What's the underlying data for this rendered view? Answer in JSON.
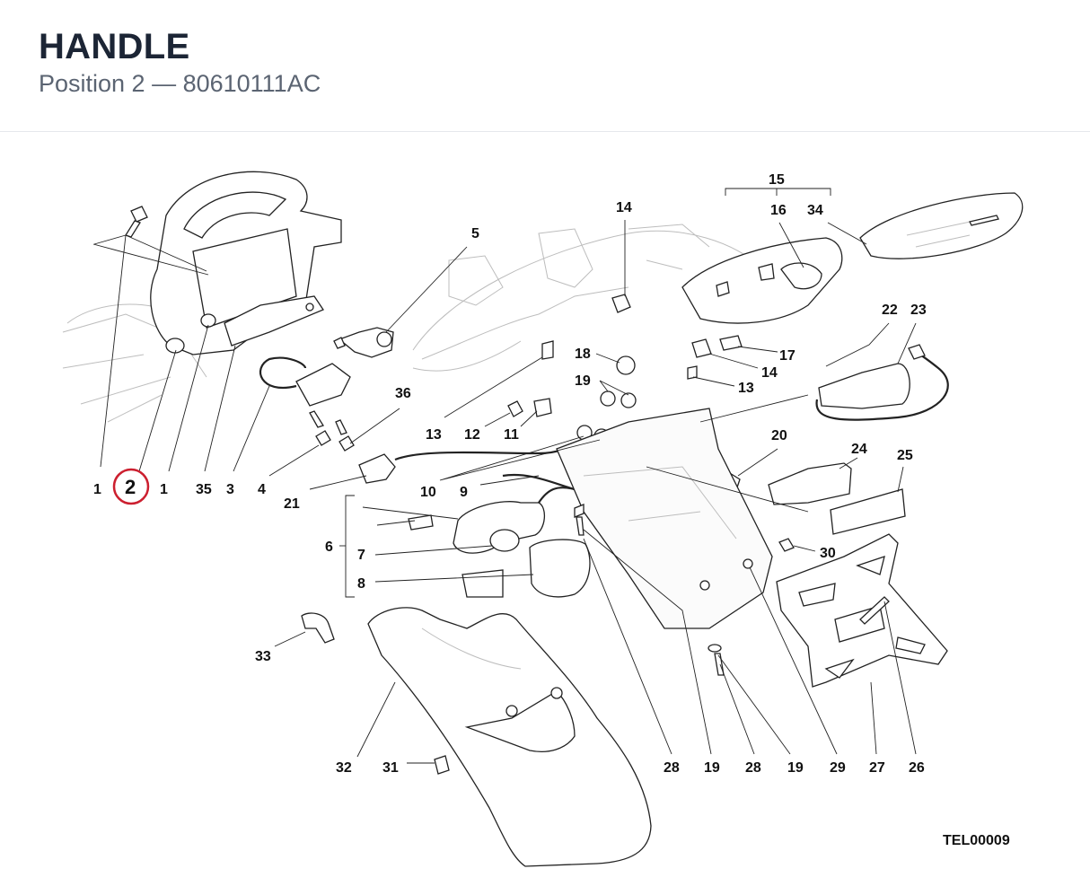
{
  "header": {
    "title": "HANDLE",
    "subtitle": "Position 2 — 80610111AC"
  },
  "diagram": {
    "reference": "TEL00009",
    "highlight_color": "#cc1f2f",
    "highlighted": "2",
    "callouts": [
      "1",
      "2",
      "1",
      "35",
      "3",
      "4",
      "21",
      "5",
      "36",
      "13",
      "12",
      "11",
      "10",
      "9",
      "14",
      "18",
      "19",
      "15",
      "16",
      "34",
      "17",
      "14",
      "13",
      "22",
      "23",
      "20",
      "24",
      "25",
      "6",
      "7",
      "8",
      "30",
      "33",
      "32",
      "31",
      "28",
      "19",
      "28",
      "19",
      "29",
      "27",
      "26"
    ]
  }
}
